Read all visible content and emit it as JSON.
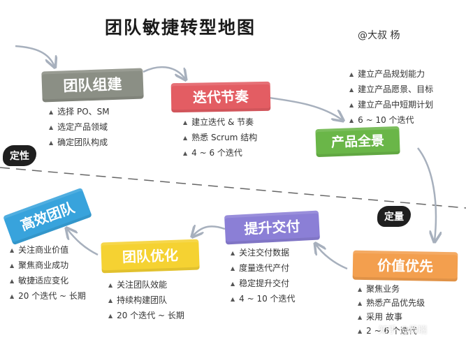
{
  "title": "团队敏捷转型地图",
  "author": "@大叔 杨",
  "tags": {
    "qualitative": "定性",
    "quantitative": "定量"
  },
  "watermark": "知乎 @杨瑞",
  "stages": [
    {
      "id": "team-building",
      "label": "团队组建",
      "color": "#8b8f85",
      "items": [
        "选择 PO、SM",
        "选定产品领域",
        "确定团队构成"
      ]
    },
    {
      "id": "iteration-rhythm",
      "label": "迭代节奏",
      "color": "#e35d63",
      "items": [
        "建立迭代 & 节奏",
        "熟悉 Scrum 结构",
        "4 ~ 6 个迭代"
      ]
    },
    {
      "id": "product-panorama",
      "label": "产品全景",
      "color": "#6ab648",
      "items": [
        "建立产品规划能力",
        "建立产品愿景、目标",
        "建立产品中短期计划",
        "6 ~ 10 个迭代"
      ]
    },
    {
      "id": "value-priority",
      "label": "价值优先",
      "color": "#f39f4e",
      "items": [
        "聚焦业务",
        "熟悉产品优先级",
        "采用 故事",
        "2 ~ 6 个迭代"
      ]
    },
    {
      "id": "improve-delivery",
      "label": "提升交付",
      "color": "#8b7fd6",
      "items": [
        "关注交付数据",
        "度量迭代产付",
        "稳定提升交付",
        "4 ~ 10 个迭代"
      ]
    },
    {
      "id": "team-optimization",
      "label": "团队优化",
      "color": "#f5d232",
      "items": [
        "关注团队效能",
        "持续构建团队",
        "20 个迭代 ~ 长期"
      ]
    },
    {
      "id": "high-performance-team",
      "label": "高效团队",
      "color": "#38a3dc",
      "items": [
        "关注商业价值",
        "聚焦商业成功",
        "敏捷适应变化",
        "20 个迭代 ~ 长期"
      ]
    }
  ]
}
